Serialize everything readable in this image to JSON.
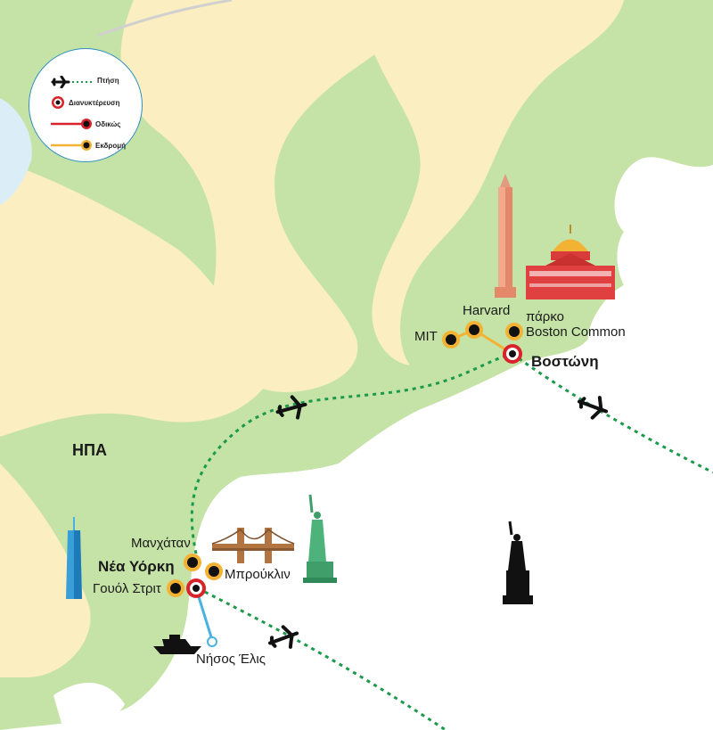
{
  "legend": {
    "flight": "Πτήση",
    "transfer": "Διανυκτέρευση",
    "road": "Οδικώς",
    "excursion": "Εκδρομή"
  },
  "labels": {
    "country": "ΗΠΑ",
    "new_york": "Νέα Υόρκη",
    "manhattan": "Μανχάταν",
    "brooklyn": "Μπρούκλιν",
    "wall_street": "Γουόλ Στριτ",
    "ellis_island": "Νήσος Έλις",
    "boston": "Βοστώνη",
    "mit": "MIT",
    "harvard": "Harvard",
    "boston_common_line1": "πάρκο",
    "boston_common_line2": "Boston Common"
  },
  "colors": {
    "land": "#c5e3a6",
    "highland": "#fbeec1",
    "water": "#ffffff",
    "coast_water": "#dbeef7",
    "flight_line": "#1a9a4a",
    "overnight": "#d8232a",
    "excursion": "#f2b233",
    "boat_route": "#4ab1e3"
  }
}
